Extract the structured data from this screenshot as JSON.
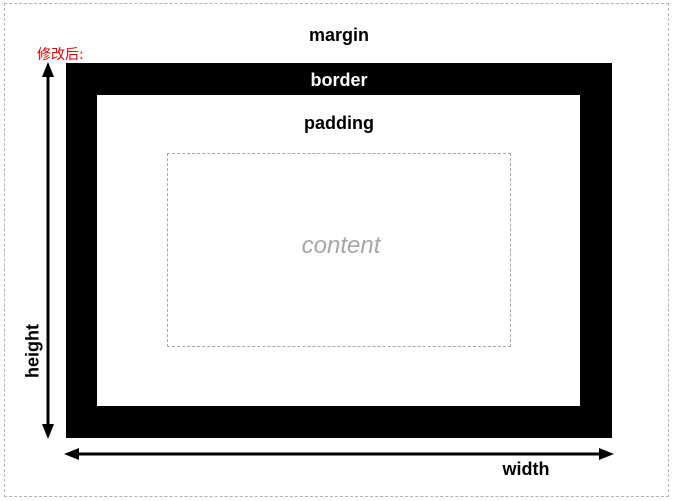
{
  "labels": {
    "margin": "margin",
    "border": "border",
    "padding": "padding",
    "content": "content",
    "height": "height",
    "width": "width",
    "note": "修改后:"
  },
  "colors": {
    "border_fill": "#000000",
    "note_text": "#e00000",
    "content_text": "#a6a6a6",
    "dashed_outline": "#b3b3b3"
  }
}
